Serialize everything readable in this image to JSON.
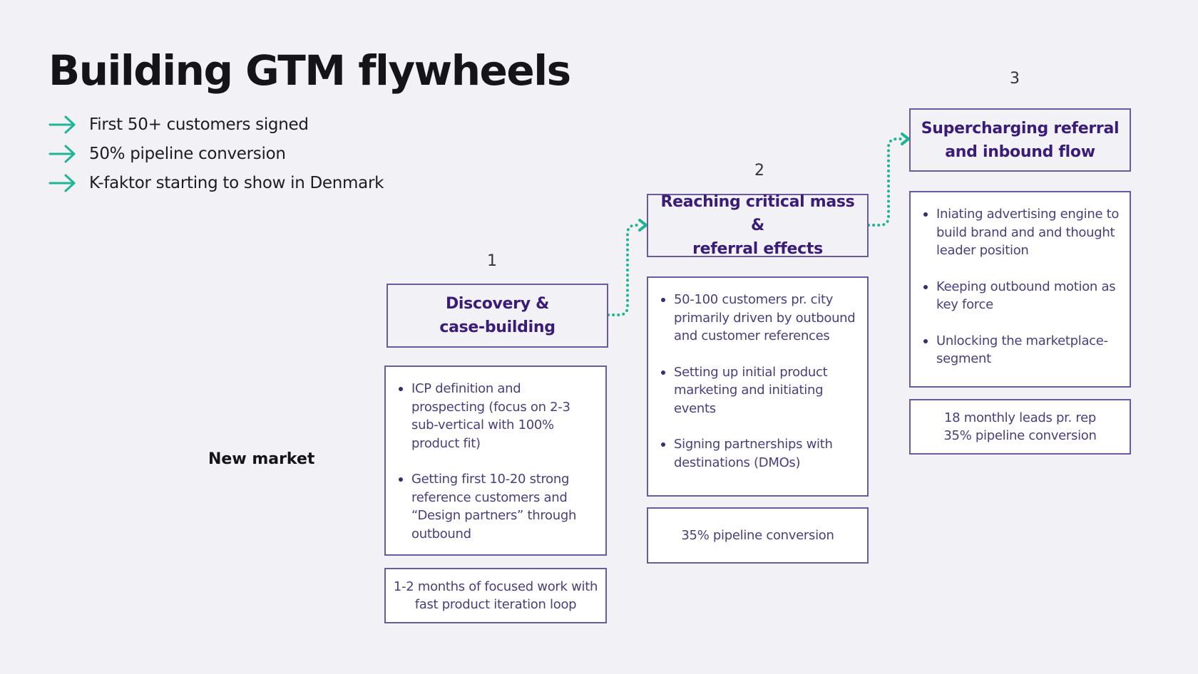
{
  "title": "Building GTM flywheels",
  "highlights": [
    {
      "icon": "arrow-right-icon",
      "text": "First 50+ customers signed"
    },
    {
      "icon": "arrow-right-icon",
      "text": "50% pipeline conversion"
    },
    {
      "icon": "arrow-right-icon",
      "text": "K-faktor starting to show in Denmark"
    }
  ],
  "market_label": "New market",
  "colors": {
    "accent_arrow": "#1fb594",
    "box_border": "#6b5b9c",
    "heading_text": "#3a1c76",
    "body_text": "#4a3e7b",
    "background": "#f2f1f6"
  },
  "stages": [
    {
      "number": "1",
      "heading": [
        "Discovery &",
        "case-building"
      ],
      "bullets": [
        "ICP definition and prospecting (focus on 2-3 sub-vertical with 100% product fit)",
        "Getting first 10-20 strong reference customers and “Design partners” through outbound"
      ],
      "footer": [
        "1-2 months of focused work with",
        "fast product iteration loop"
      ]
    },
    {
      "number": "2",
      "heading": [
        "Reaching critical mass &",
        "referral effects"
      ],
      "bullets": [
        "50-100 customers pr. city primarily driven by outbound and customer references",
        "Setting up initial product marketing and initiating events",
        "Signing partnerships with destinations (DMOs)"
      ],
      "footer": [
        "35% pipeline conversion"
      ]
    },
    {
      "number": "3",
      "heading": [
        "Supercharging referral",
        "and inbound flow"
      ],
      "bullets": [
        "Iniating advertising engine to build brand and and thought leader position",
        "Keeping outbound motion as key force",
        "Unlocking the marketplace-segment"
      ],
      "footer": [
        "18 monthly leads pr. rep",
        "35% pipeline conversion"
      ]
    }
  ],
  "connectors": [
    {
      "from": "stage-1",
      "to": "stage-2",
      "style": "dotted-arrow"
    },
    {
      "from": "stage-2",
      "to": "stage-3",
      "style": "dotted-arrow"
    }
  ]
}
